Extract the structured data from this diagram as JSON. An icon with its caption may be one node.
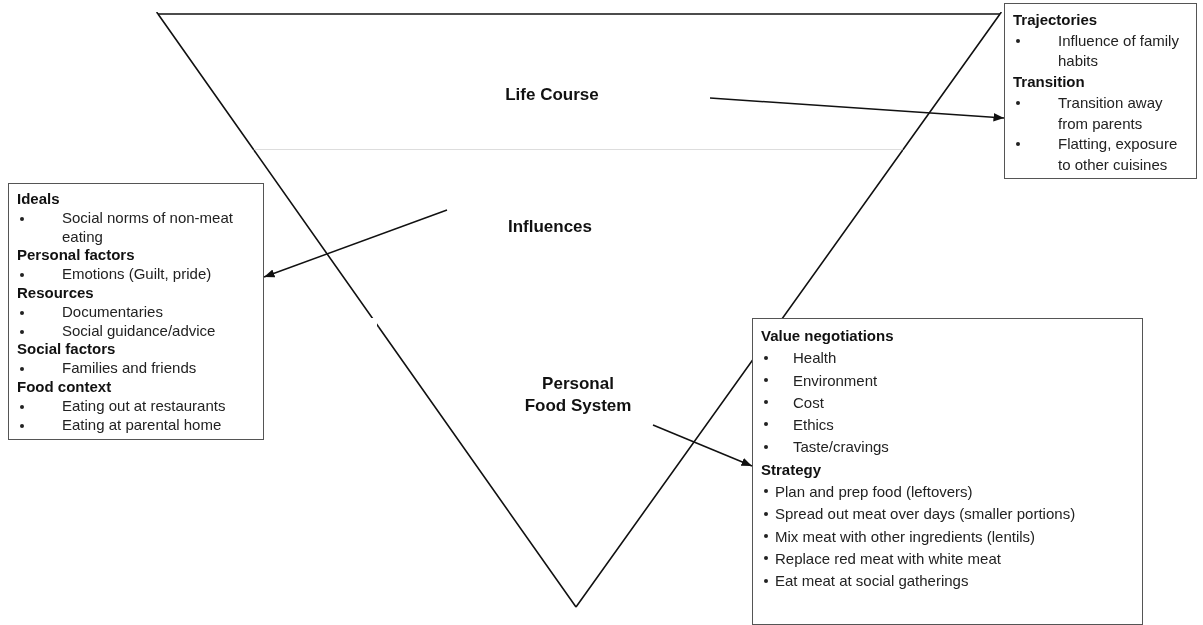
{
  "diagram": {
    "nodes": [
      {
        "text": [
          "Life Course"
        ]
      },
      {
        "text": [
          "Influences"
        ]
      },
      {
        "text": [
          "Personal Food System"
        ]
      },
      {
        "text": [
          "Trajectories",
          "Influence of family habits",
          "Transition",
          "Transition away from parents",
          "Flatting, exposure to other cuisines"
        ]
      },
      {
        "text": [
          "Ideals",
          "Social norms of non-meat eating",
          "Personal factors",
          "Emotions (Guilt, pride)",
          "Resources",
          "Documentaries",
          "Social guidance/advice",
          "Social factors",
          "Families and friends",
          "Food context",
          "Eating out at restaurants",
          "Eating at parental home"
        ]
      },
      {
        "text": [
          "Value negotiations",
          "Health",
          "Environment",
          "Cost",
          "Ethics",
          "Taste/cravings",
          "Strategy",
          "Plan and prep food (leftovers)",
          "Spread out meat over days (smaller portions)",
          "Mix meat with other ingredients (lentils)",
          "Replace red meat with white meat",
          "Eat meat at social gatherings"
        ]
      }
    ],
    "edges": [
      {
        "from": 0,
        "to": 3,
        "arrow": "to"
      },
      {
        "from": 1,
        "to": 4,
        "arrow": "to"
      },
      {
        "from": 2,
        "to": 5,
        "arrow": "to"
      }
    ]
  }
}
